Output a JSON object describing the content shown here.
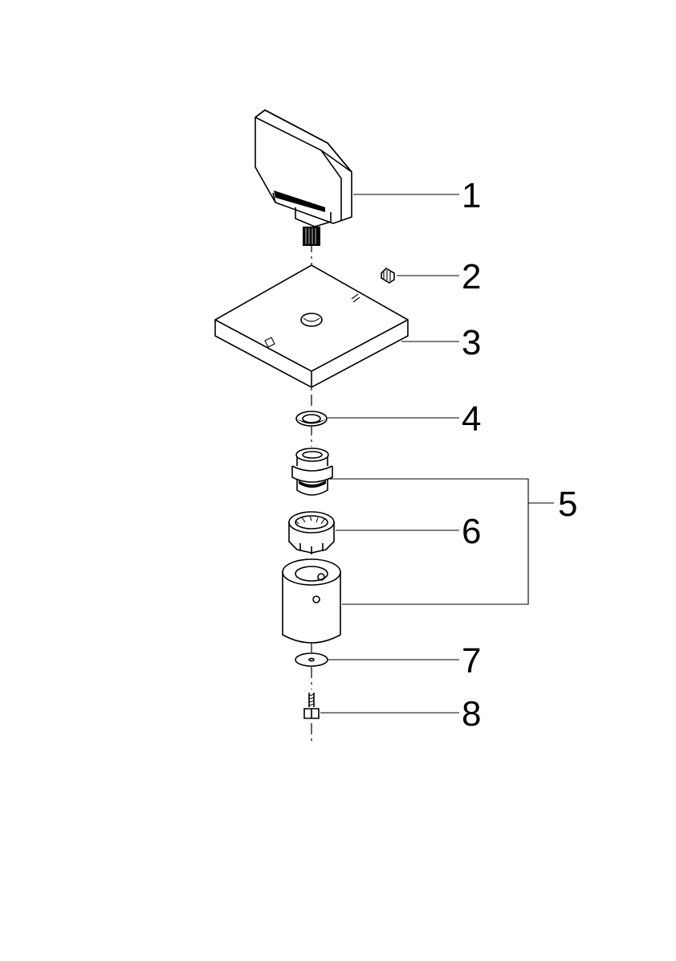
{
  "diagram": {
    "callouts": [
      {
        "id": "handle",
        "label": "1"
      },
      {
        "id": "grub-screw",
        "label": "2"
      },
      {
        "id": "rosette-plate",
        "label": "3"
      },
      {
        "id": "ring-washer",
        "label": "4"
      },
      {
        "id": "cartridge-assembly",
        "label": "5"
      },
      {
        "id": "union-nut",
        "label": "6"
      },
      {
        "id": "flat-washer",
        "label": "7"
      },
      {
        "id": "screw",
        "label": "8"
      }
    ]
  }
}
